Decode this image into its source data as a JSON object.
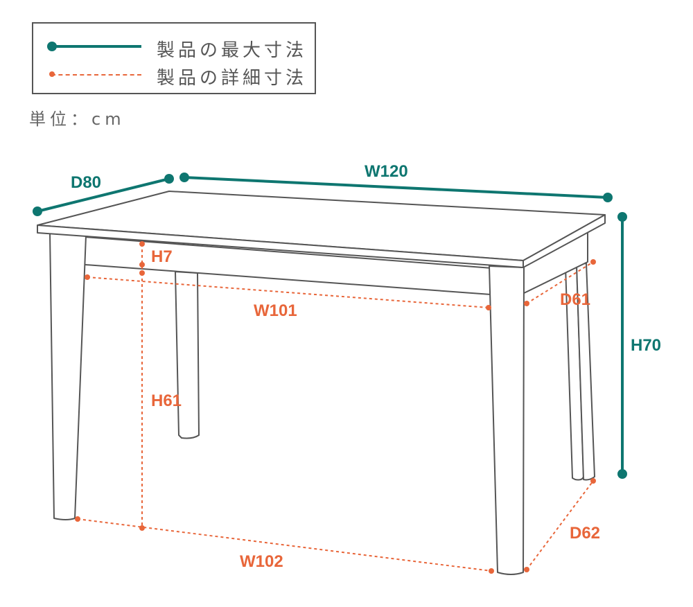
{
  "legend": {
    "max_label": "製品の最大寸法",
    "detail_label": "製品の詳細寸法"
  },
  "unit_label": "単位：cm",
  "dimensions": {
    "depth_max": "D80",
    "width_max": "W120",
    "height_max": "H70",
    "apron_height": "H7",
    "apron_width": "W101",
    "apron_depth": "D61",
    "leg_height": "H61",
    "leg_width": "W102",
    "leg_depth": "D62"
  },
  "colors": {
    "max": "#0e7670",
    "detail": "#e8663a",
    "outline": "#555555"
  }
}
